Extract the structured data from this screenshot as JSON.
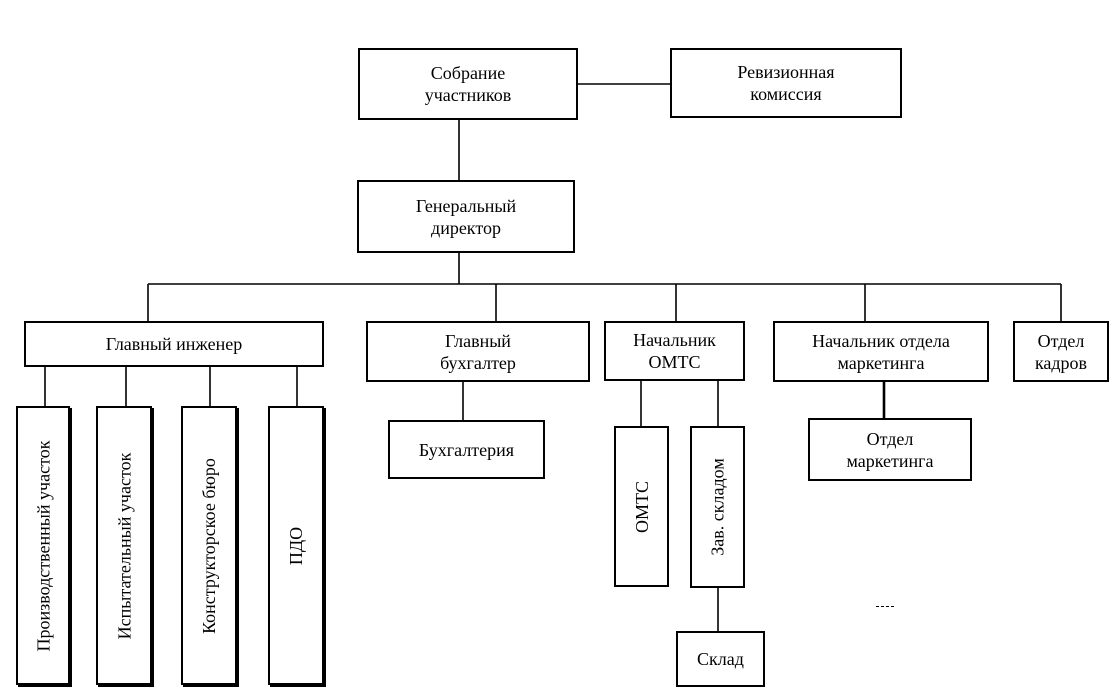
{
  "diagram": {
    "nodes": {
      "assembly": "Собрание\nучастников",
      "audit": "Ревизионная\nкомиссия",
      "ceo": "Генеральный\nдиректор",
      "chief_engineer": "Главный инженер",
      "chief_accountant": "Главный\nбухгалтер",
      "head_omts": "Начальник\nОМТС",
      "head_marketing": "Начальник отдела\nмаркетинга",
      "hr_dept": "Отдел\nкадров",
      "production_site": "Производственный участок",
      "testing_site": "Испытательный участок",
      "design_bureau": "Конструкторское бюро",
      "pdo": "ПДО",
      "accounting": "Бухгалтерия",
      "omts": "ОМТС",
      "warehouse_manager": "Зав. складом",
      "marketing_dept": "Отдел\nмаркетинга",
      "warehouse": "Склад"
    }
  }
}
